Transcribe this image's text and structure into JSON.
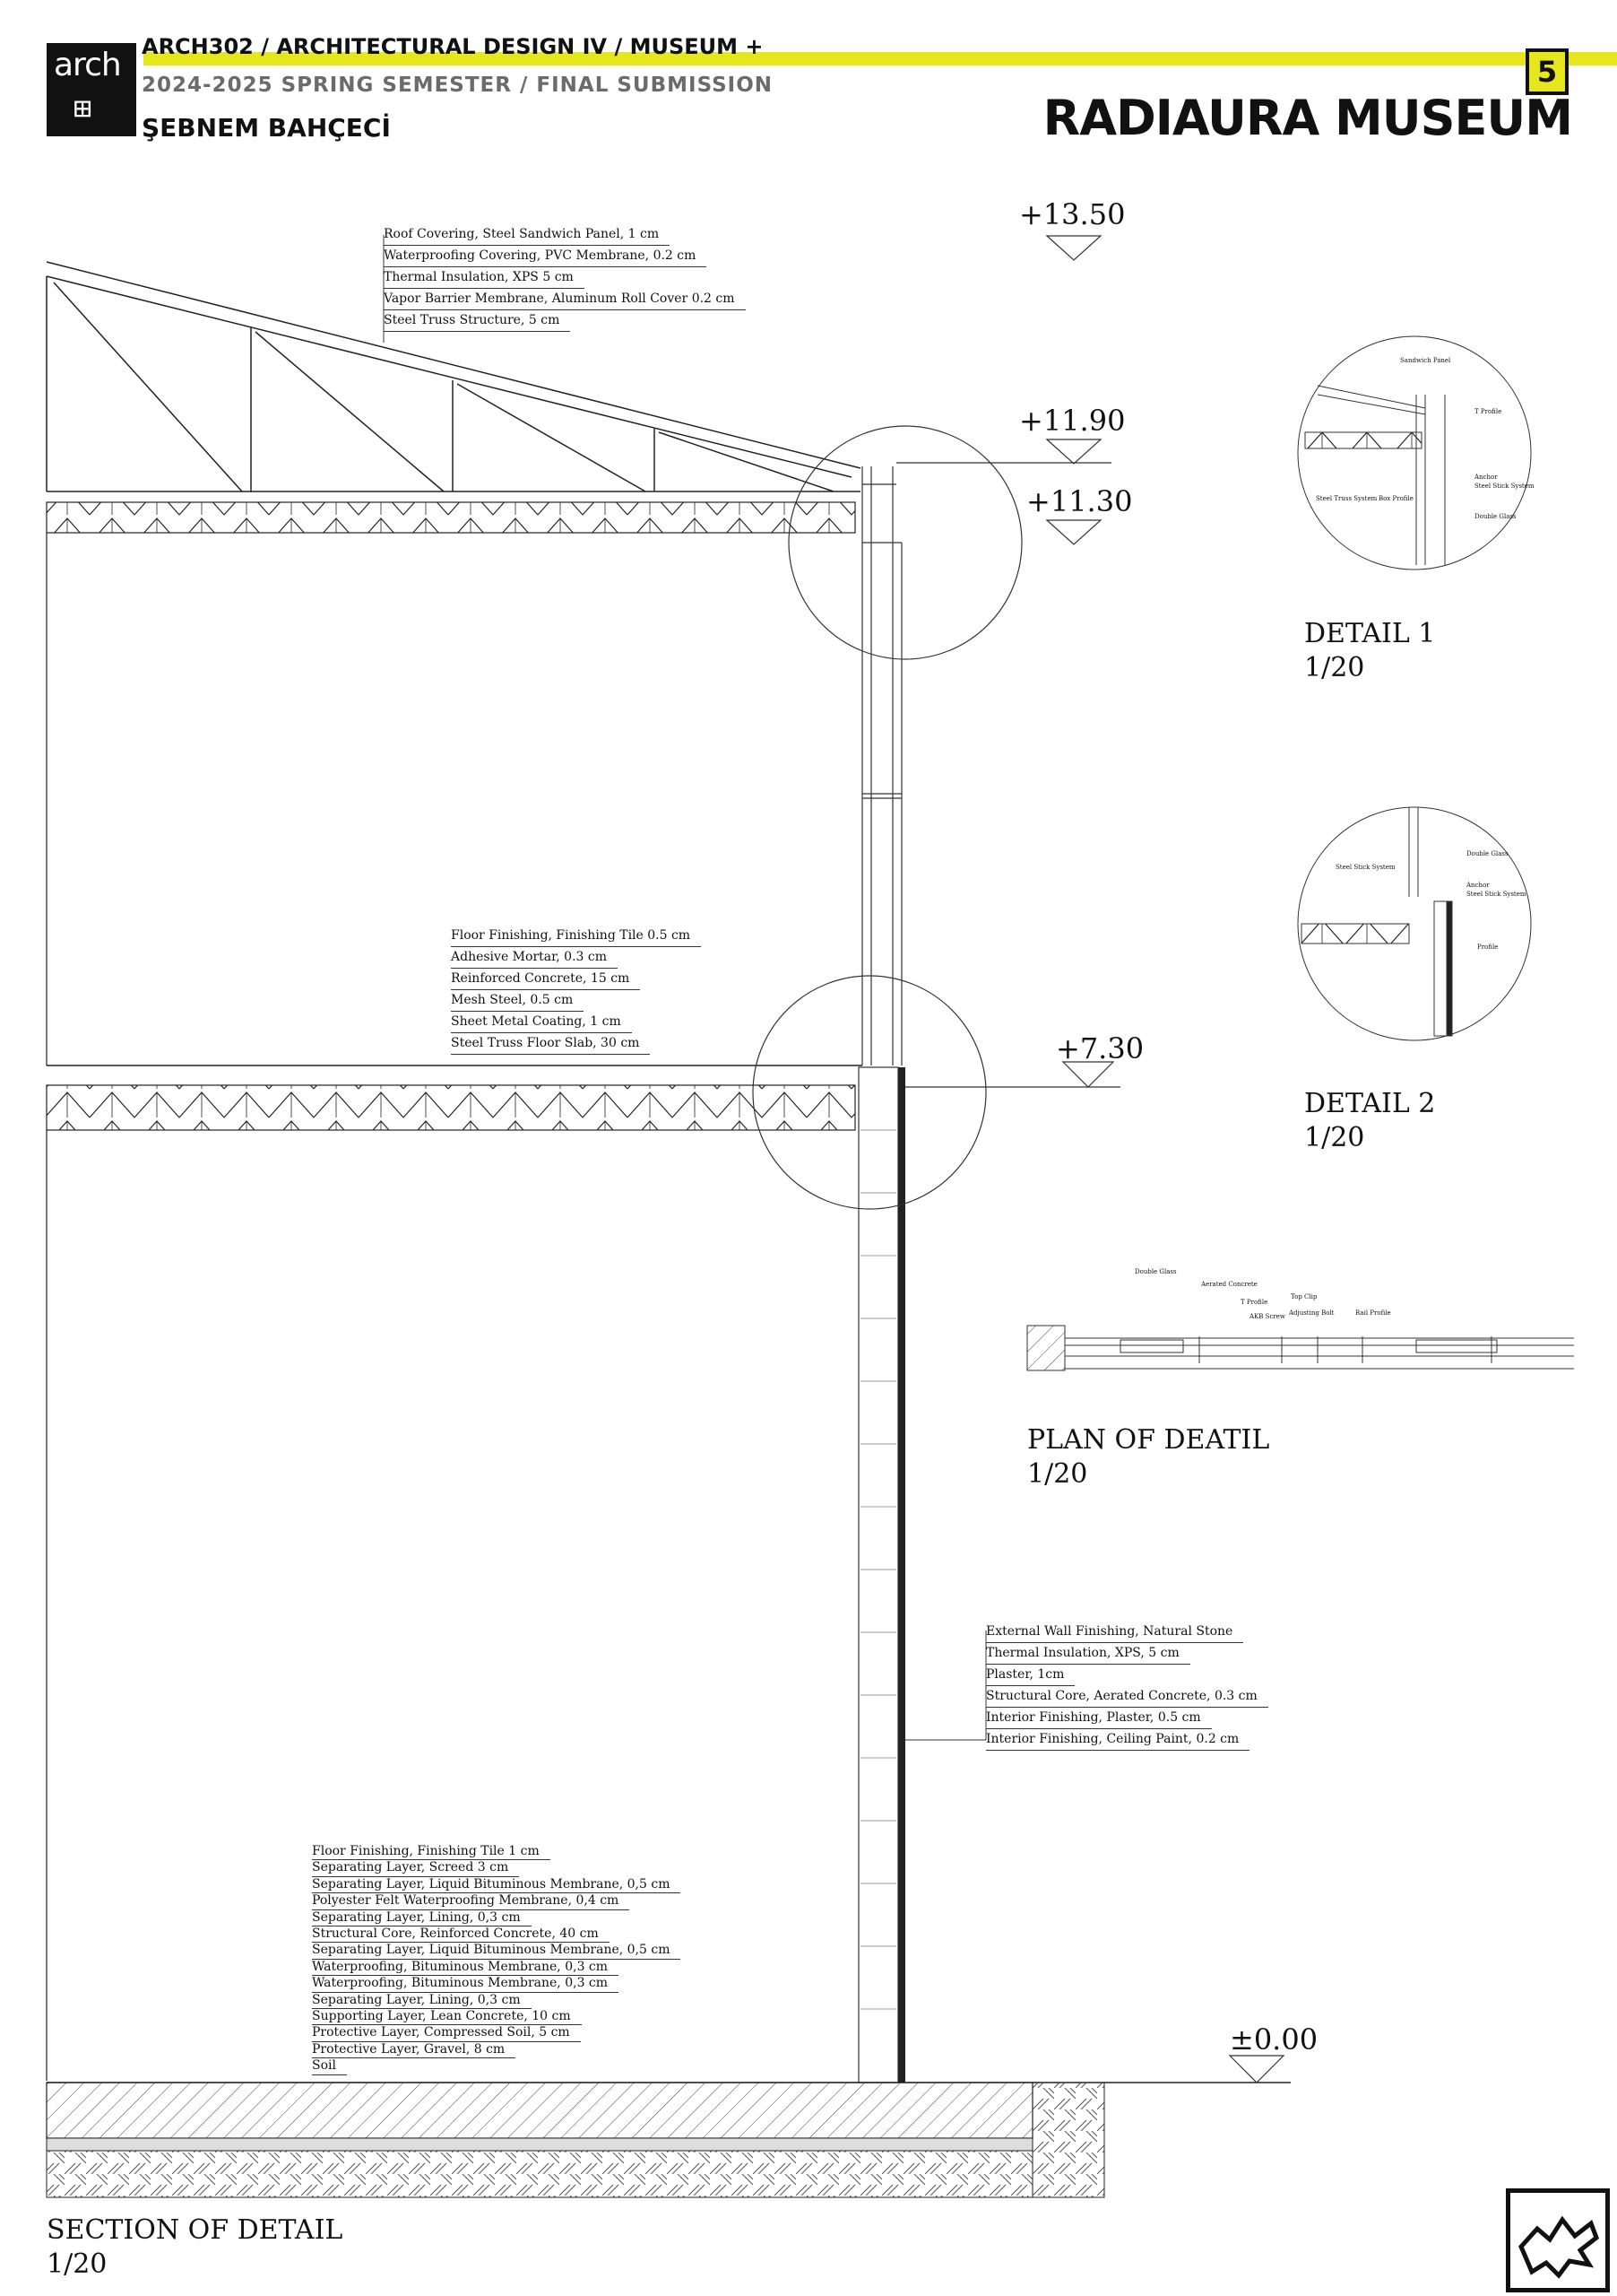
{
  "header": {
    "logo_text": "arch",
    "logo_mark": "⊞",
    "course": "ARCH302 / ARCHITECTURAL DESIGN IV / MUSEUM +",
    "semester": "2024-2025 SPRING SEMESTER / FINAL SUBMISSION",
    "student": "ŞEBNEM BAHÇECİ",
    "page_number": "5",
    "project_title": "RADIAURA MUSEUM",
    "accent_color": "#e6e61c"
  },
  "elevations": {
    "e1350": "+13.50",
    "e1190": "+11.90",
    "e1130": "+11.30",
    "e730": "+7.30",
    "e000": "±0.00"
  },
  "roof_layers": [
    "Roof Covering, Steel Sandwich Panel, 1 cm",
    "Waterproofing Covering, PVC Membrane, 0.2 cm",
    "Thermal Insulation, XPS 5 cm",
    "Vapor Barrier Membrane, Aluminum Roll Cover 0.2 cm",
    "Steel Truss Structure, 5 cm"
  ],
  "floor_layers": [
    "Floor Finishing, Finishing Tile 0.5 cm",
    "Adhesive Mortar, 0.3 cm",
    "Reinforced Concrete, 15 cm",
    "Mesh Steel, 0.5 cm",
    "Sheet Metal Coating, 1 cm",
    "Steel Truss Floor Slab, 30 cm"
  ],
  "wall_layers": [
    "External Wall Finishing, Natural Stone",
    "Thermal Insulation, XPS, 5 cm",
    "Plaster, 1cm",
    "Structural Core, Aerated Concrete, 0.3 cm",
    "Interior Finishing, Plaster, 0.5 cm",
    "Interior Finishing, Ceiling Paint, 0.2 cm"
  ],
  "ground_layers": [
    "Floor Finishing, Finishing Tile 1 cm",
    "Separating Layer, Screed 3 cm",
    "Separating Layer, Liquid Bituminous Membrane, 0,5 cm",
    "Polyester Felt Waterproofing Membrane, 0,4 cm",
    "Separating Layer, Lining, 0,3 cm",
    "Structural Core, Reinforced Concrete, 40 cm",
    "Separating Layer, Liquid Bituminous Membrane, 0,5 cm",
    "Waterproofing, Bituminous Membrane, 0,3 cm",
    "Waterproofing, Bituminous Membrane, 0,3 cm",
    "Separating Layer, Lining, 0,3 cm",
    "Supporting Layer, Lean Concrete, 10 cm",
    "Protective Layer, Compressed Soil, 5 cm",
    "Protective Layer, Gravel, 8 cm",
    "Soil"
  ],
  "detail1": {
    "title": "DETAIL 1",
    "scale": "1/20",
    "labels": {
      "sandwich": "Sandwich Panel",
      "tprofile": "T Profile",
      "anchor": "Anchor",
      "stick": "Steel Stick System",
      "truss": "Steel Truss System",
      "box": "Box Profile",
      "glass": "Double Glass"
    }
  },
  "detail2": {
    "title": "DETAIL 2",
    "scale": "1/20",
    "labels": {
      "stick_left": "Steel Stick System",
      "glass": "Double Glass",
      "anchor": "Anchor",
      "stick_right": "Steel Stick System",
      "profile": "Profile"
    }
  },
  "plan_detail": {
    "title": "PLAN OF DEATIL",
    "scale": "1/20",
    "labels": {
      "glass": "Double Glass",
      "aerated": "Aerated Concrete",
      "tprofile": "T Profile",
      "topclip": "Top Clip",
      "screw": "AKB Screw",
      "bolt": "Adjusting Bolt",
      "rail": "Rail Profile"
    }
  },
  "section_caption": {
    "title": "SECTION OF DETAIL",
    "scale": "1/20"
  }
}
